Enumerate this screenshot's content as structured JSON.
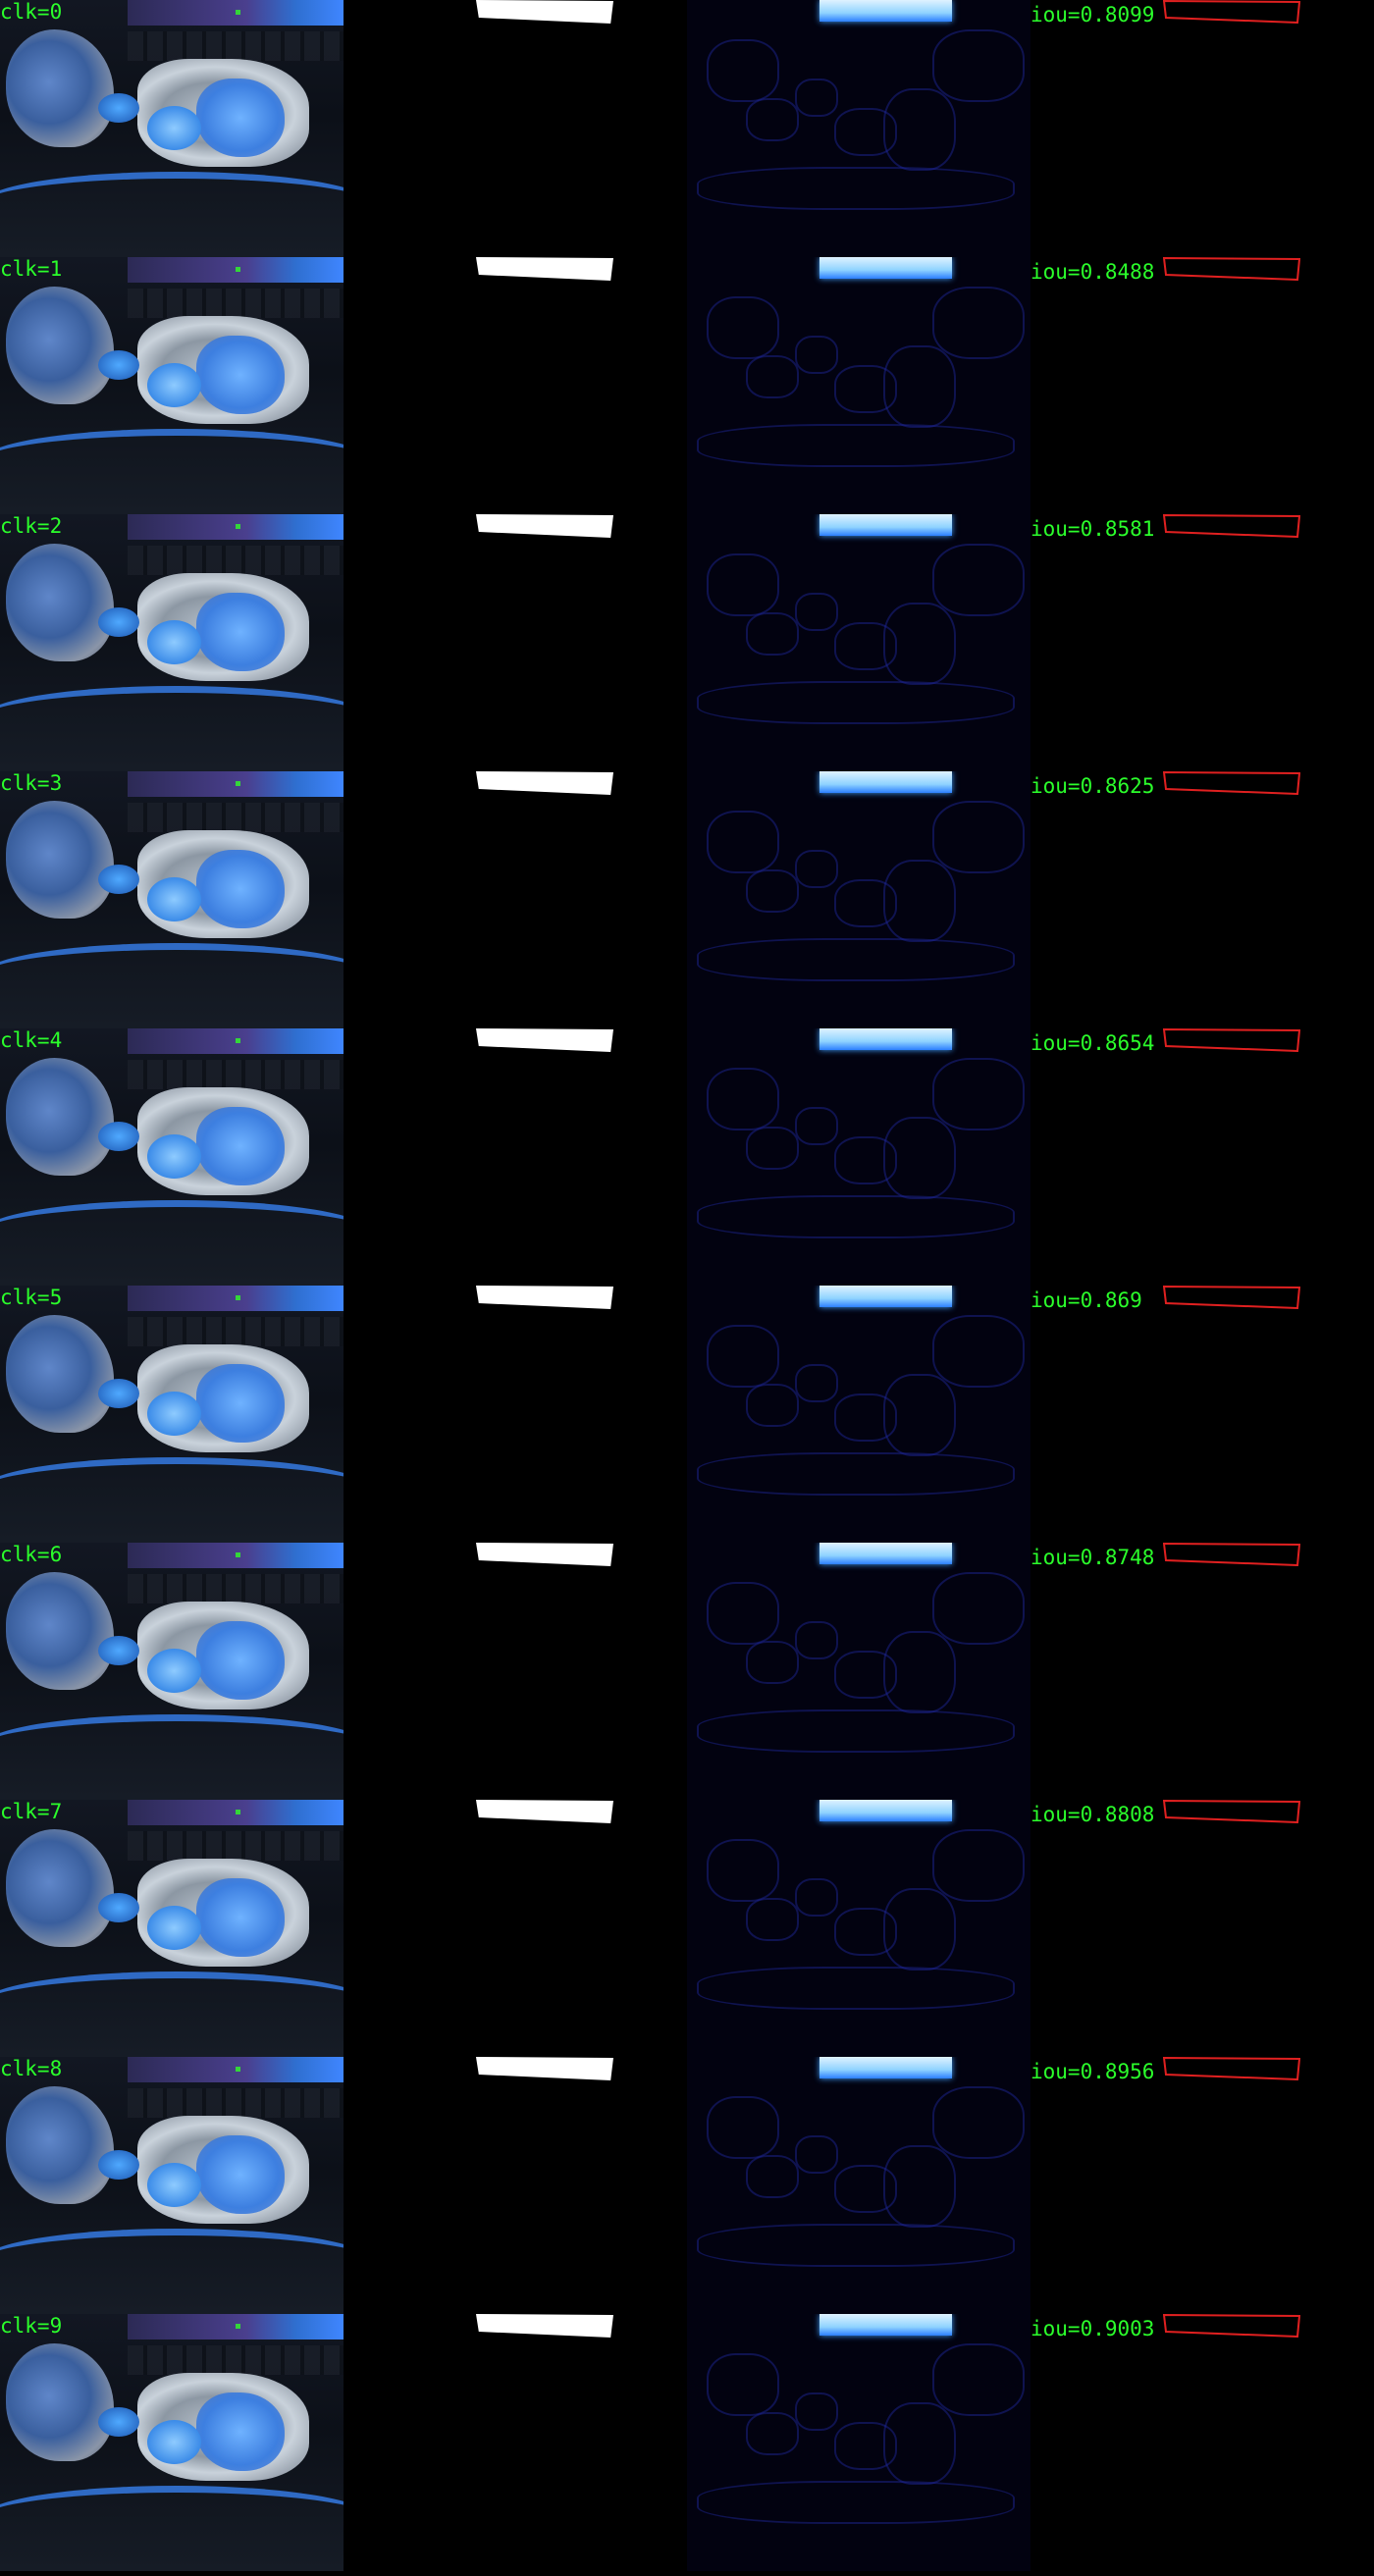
{
  "rows": [
    {
      "clk": "clk=0",
      "iou": "iou=0.8099"
    },
    {
      "clk": "clk=1",
      "iou": "iou=0.8488"
    },
    {
      "clk": "clk=2",
      "iou": "iou=0.8581"
    },
    {
      "clk": "clk=3",
      "iou": "iou=0.8625"
    },
    {
      "clk": "clk=4",
      "iou": "iou=0.8654"
    },
    {
      "clk": "clk=5",
      "iou": "iou=0.869"
    },
    {
      "clk": "clk=6",
      "iou": "iou=0.8748"
    },
    {
      "clk": "clk=7",
      "iou": "iou=0.8808"
    },
    {
      "clk": "clk=8",
      "iou": "iou=0.8956"
    },
    {
      "clk": "clk=9",
      "iou": "iou=0.9003"
    }
  ],
  "colors": {
    "label": "#2bff2b",
    "outline": "#e02020",
    "mask": "#ffffff",
    "overlay": "#3d7fe0"
  }
}
